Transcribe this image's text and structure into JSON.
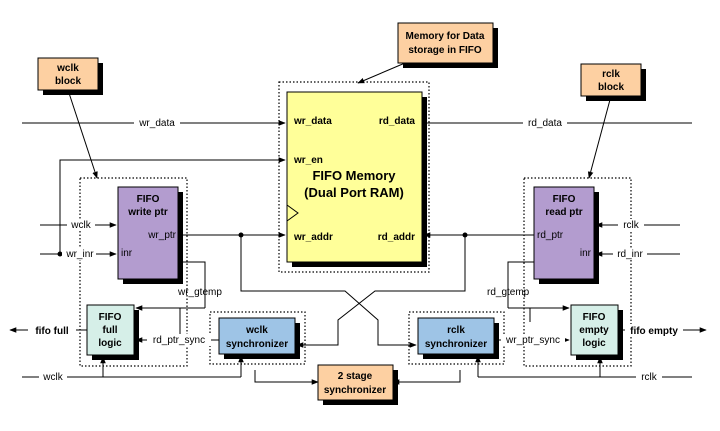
{
  "colors": {
    "memory_fill": "#ffff99",
    "purple_fill": "#b39ccf",
    "teal_fill": "#d6efe8",
    "blue_fill": "#9ec4e6",
    "note_fill": "#fdd0a2",
    "shadow": "#000000"
  },
  "callouts": {
    "memory_storage": [
      "Memory for Data",
      "storage in FIFO"
    ],
    "wclk_block": [
      "wclk",
      "block"
    ],
    "rclk_block": [
      "rclk",
      "block"
    ],
    "two_stage": [
      "2 stage",
      "synchronizer"
    ]
  },
  "memory": {
    "title": [
      "FIFO Memory",
      "(Dual Port RAM)"
    ],
    "wr_data": "wr_data",
    "wr_en": "wr_en",
    "wr_addr": "wr_addr",
    "rd_data": "rd_data",
    "rd_addr": "rd_addr"
  },
  "blocks": {
    "write_ptr": {
      "title": [
        "FIFO",
        "write ptr"
      ],
      "out": "wr_ptr",
      "inr": "inr"
    },
    "read_ptr": {
      "title": [
        "FIFO",
        "read ptr"
      ],
      "out": "rd_ptr",
      "inr": "inr"
    },
    "full_logic": [
      "FIFO",
      "full",
      "logic"
    ],
    "empty_logic": [
      "FIFO",
      "empty",
      "logic"
    ],
    "wclk_sync": [
      "wclk",
      "synchronizer"
    ],
    "rclk_sync": [
      "rclk",
      "synchronizer"
    ]
  },
  "signals": {
    "wr_data": "wr_data",
    "rd_data": "rd_data",
    "wclk": "wclk",
    "rclk": "rclk",
    "wr_inr": "wr_inr",
    "rd_inr": "rd_inr",
    "wr_gtemp": "wr_gtemp",
    "rd_gtemp": "rd_gtemp",
    "rd_ptr_sync": "rd_ptr_sync",
    "wr_ptr_sync": "wr_ptr_sync",
    "fifo_full": "fifo full",
    "fifo_empty": "fifo empty",
    "wclk_bottom": "wclk",
    "rclk_bottom": "rclk"
  }
}
